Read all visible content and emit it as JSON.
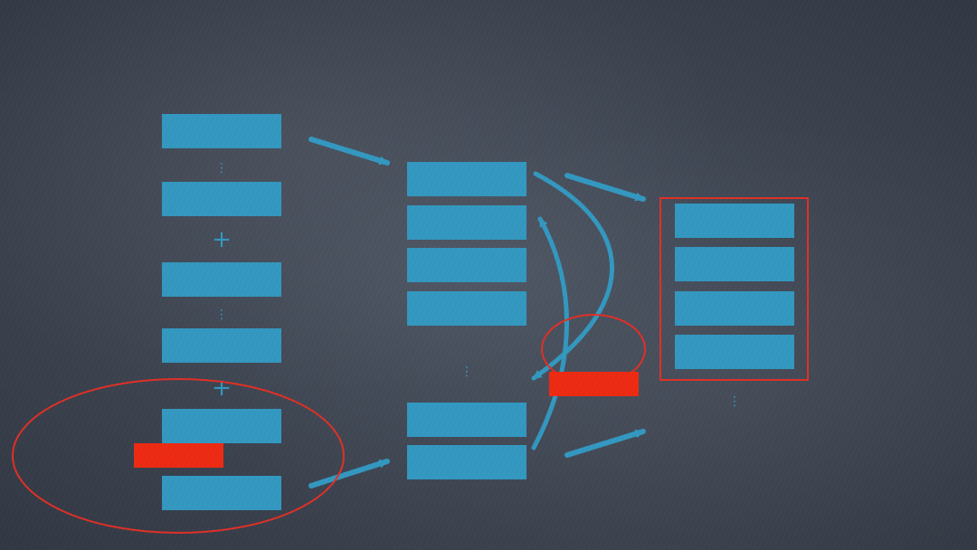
{
  "colors": {
    "block": "#3398c0",
    "highlight": "#ee2a13",
    "annotation": "#e03026",
    "background": "#404753"
  },
  "columns": [
    {
      "id": "left",
      "groups": [
        {
          "blocks": 2,
          "gap": "ellipsis"
        },
        {
          "operator": "+"
        },
        {
          "blocks": 2,
          "gap": "ellipsis"
        },
        {
          "operator": "+"
        },
        {
          "blocks": 2,
          "gap": "none"
        }
      ]
    },
    {
      "id": "middle",
      "groups": [
        {
          "blocks": 4
        },
        {
          "gap": "ellipsis"
        },
        {
          "blocks": 2
        }
      ]
    },
    {
      "id": "right",
      "groups": [
        {
          "blocks": 4,
          "boxed": true
        },
        {
          "gap": "ellipsis"
        }
      ]
    }
  ],
  "annotations": [
    {
      "kind": "ellipse",
      "encloses": "left-bottom-pair",
      "color": "annotation"
    },
    {
      "kind": "bar",
      "near": "left-bottom-pair",
      "color": "highlight"
    },
    {
      "kind": "circle",
      "encloses": "middle-right-bar",
      "color": "annotation"
    },
    {
      "kind": "bar",
      "near": "middle-right",
      "color": "highlight"
    },
    {
      "kind": "box",
      "encloses": "right-four-blocks",
      "color": "annotation"
    }
  ],
  "arrows": [
    {
      "from": "left-top",
      "to": "middle-top",
      "style": "straight"
    },
    {
      "from": "left-bottom",
      "to": "middle-bottom",
      "style": "straight"
    },
    {
      "from": "middle-top",
      "to": "right-top",
      "style": "straight"
    },
    {
      "from": "middle-bottom",
      "to": "right-bottom",
      "style": "straight"
    },
    {
      "from": "middle-top",
      "to": "middle-right-bar",
      "style": "curved"
    },
    {
      "from": "middle-bottom",
      "to": "middle-top",
      "style": "curved"
    }
  ]
}
